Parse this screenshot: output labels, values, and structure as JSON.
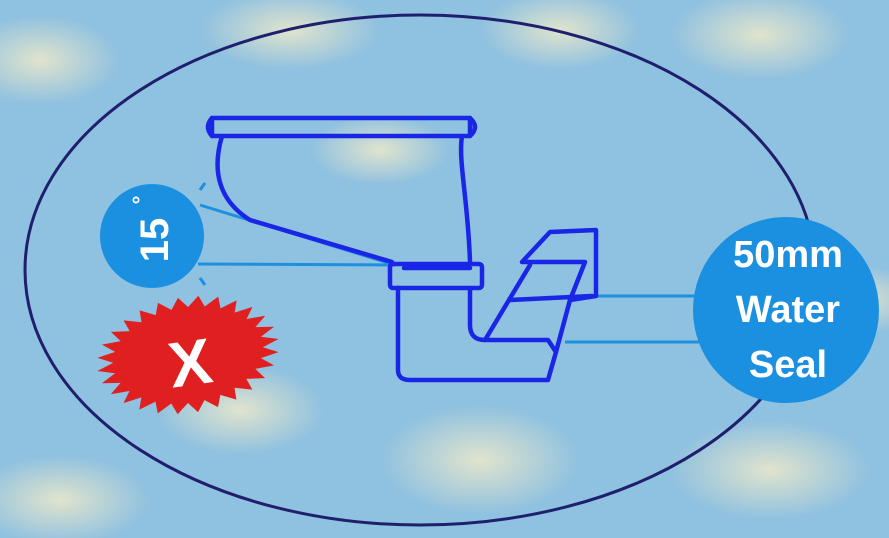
{
  "diagram": {
    "angle_label": {
      "value": "15",
      "unit": "°"
    },
    "water_seal_label": {
      "lines": [
        "50mm",
        "Water",
        "Seal"
      ]
    },
    "reject_mark": {
      "text": "X",
      "icon": "cross-starburst-icon"
    }
  },
  "colors": {
    "background": "#8fc1e0",
    "background_highlight": "#f4ecc8",
    "ellipse_outline": "#1f1f6e",
    "pan_outline": "#1a26e6",
    "guide_lines": "#1e90e0",
    "badge_fill": "#1b8fe0",
    "reject_fill": "#e02020",
    "text": "#ffffff"
  }
}
